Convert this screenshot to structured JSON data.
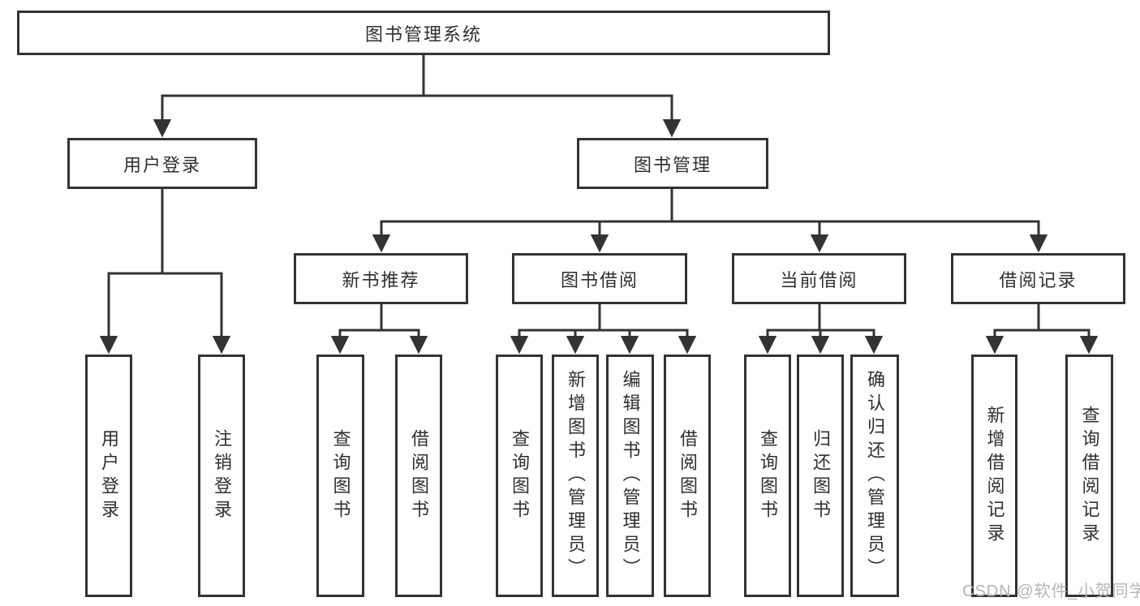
{
  "diagram": {
    "type": "hierarchy-tree",
    "line_color": "#333333",
    "text_color": "#2f2f2f",
    "background_color": "#ffffff"
  },
  "nodes": {
    "root": {
      "label": "图书管理系统"
    },
    "user_login": {
      "label": "用户登录"
    },
    "book_mgmt": {
      "label": "图书管理"
    },
    "new_book_rec": {
      "label": "新书推荐"
    },
    "book_borrow": {
      "label": "图书借阅"
    },
    "current_borrow": {
      "label": "当前借阅"
    },
    "borrow_record": {
      "label": "借阅记录"
    },
    "leaf_user_login": {
      "label": "用户登录"
    },
    "leaf_logout": {
      "label": "注销登录"
    },
    "leaf_rec_query": {
      "label": "查询图书"
    },
    "leaf_rec_borrow": {
      "label": "借阅图书"
    },
    "leaf_bb_query": {
      "label": "查询图书"
    },
    "leaf_bb_add": {
      "label": "新增图书（管理员）"
    },
    "leaf_bb_edit": {
      "label": "编辑图书（管理员）"
    },
    "leaf_bb_borrow": {
      "label": "借阅图书"
    },
    "leaf_cb_query": {
      "label": "查询图书"
    },
    "leaf_cb_return": {
      "label": "归还图书"
    },
    "leaf_cb_confirm": {
      "label": "确认归还（管理员）"
    },
    "leaf_br_add": {
      "label": "新增借阅记录"
    },
    "leaf_br_query": {
      "label": "查询借阅记录"
    }
  },
  "watermark": {
    "text": "CSDN @软件_小贺同学",
    "color": "#b5b5b5"
  }
}
